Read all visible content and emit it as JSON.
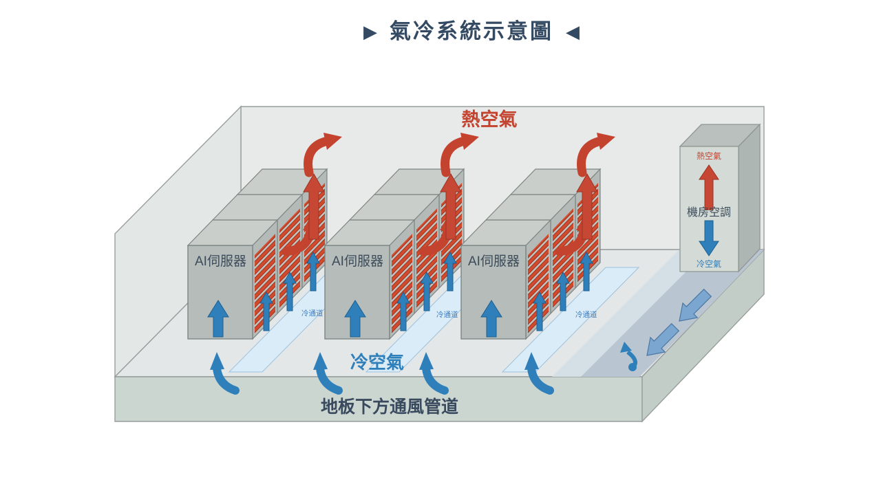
{
  "title": {
    "prefix_icon": "▶",
    "text": "氣冷系統示意圖",
    "suffix_icon": "◀"
  },
  "colors": {
    "title_text": "#344a63",
    "hot_text": "#c4432f",
    "cold_text": "#2e7fba",
    "dark_text": "#3a4a5e",
    "hot_arrow": "#c64733",
    "cold_arrow": "#2e7fba",
    "duct_arrow": "#7ba6cf",
    "wall": "#e7eae9",
    "floor": "#e4e7e8",
    "floor_slab": "#ccd6d1",
    "rack_face": "#b6bcba",
    "rack_vents": "#d24b2e",
    "cold_aisle_strip": "#daecf8",
    "duct_band_light": "#d5dfe6",
    "duct_band_dark": "#b9c5d0"
  },
  "diagram": {
    "hot_air_label": "熱空氣",
    "cold_air_label": "冷空氣",
    "underfloor_label": "地板下方通風管道",
    "servers": [
      {
        "label": "AI伺服器"
      },
      {
        "label": "AI伺服器"
      },
      {
        "label": "AI伺服器"
      }
    ],
    "cold_aisles": [
      {
        "label": "冷通道"
      },
      {
        "label": "冷通道"
      },
      {
        "label": "冷通道"
      }
    ],
    "crac": {
      "hot_label": "熱空氣",
      "name_label": "機房空調",
      "cold_label": "冷空氣"
    }
  }
}
